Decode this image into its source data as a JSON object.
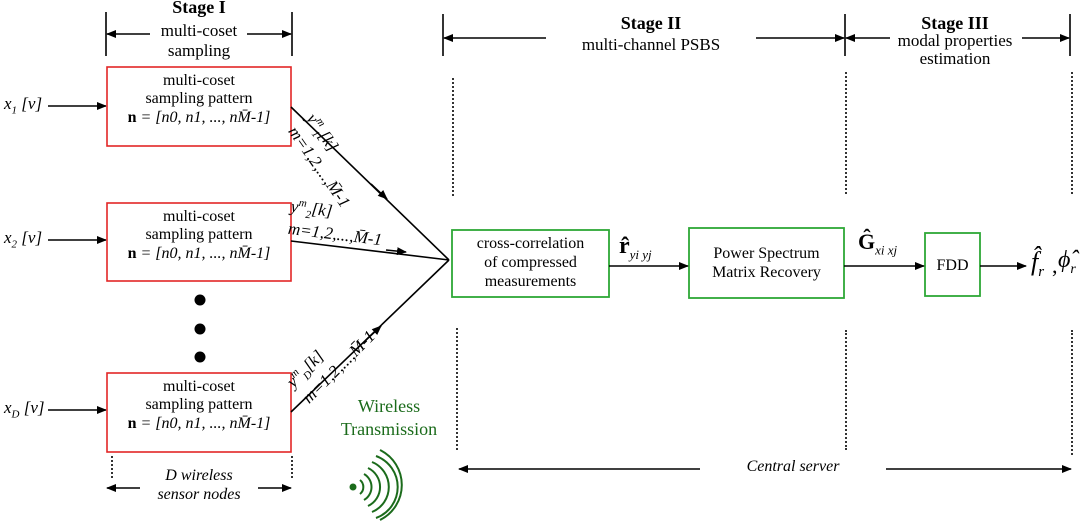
{
  "stages": {
    "stage1": {
      "title": "Stage I",
      "desc_line1": "multi-coset",
      "desc_line2": "sampling"
    },
    "stage2": {
      "title": "Stage II",
      "desc": "multi-channel PSBS"
    },
    "stage3": {
      "title": "Stage III",
      "desc_line1": "modal properties",
      "desc_line2": "estimation"
    }
  },
  "inputs": [
    {
      "name": "x",
      "sub": "1",
      "arg": "[v]"
    },
    {
      "name": "x",
      "sub": "2",
      "arg": "[v]"
    },
    {
      "name": "x",
      "sub": "D",
      "arg": "[v]"
    }
  ],
  "sampler": {
    "line1": "multi-coset",
    "line2": "sampling pattern",
    "formula_bold": "n",
    "formula_rest": " = [n0, n1, ..., nM̄-1]"
  },
  "outputs": [
    {
      "y": "y",
      "sup": "m",
      "sub": "1",
      "arg": "[k]",
      "range": "m=1,2,...,M̄-1"
    },
    {
      "y": "y",
      "sup": "m",
      "sub": "2",
      "arg": "[k]",
      "range": "m=1,2,...,M̄-1"
    },
    {
      "y": "y",
      "sup": "m",
      "sub": "D",
      "arg": "[k]",
      "range": "m=1,2,...,M̄-1"
    }
  ],
  "vertical_dots": "•",
  "wireless": {
    "line1": "Wireless",
    "line2": "Transmission"
  },
  "sensor_nodes": {
    "line1": "D wireless",
    "line2": "sensor nodes"
  },
  "central_server": "Central server",
  "blocks": {
    "crosscorr": {
      "line1": "cross-correlation",
      "line2": "of  compressed",
      "line3": "measurements"
    },
    "psmr": {
      "line1": "Power Spectrum",
      "line2": "Matrix Recovery"
    },
    "fdd": "FDD"
  },
  "signals": {
    "r_hat": {
      "sym": "r̂",
      "sub": "yi yj"
    },
    "g_hat": {
      "sym": "Ĝ",
      "sub": "xi xj"
    },
    "f_hat": {
      "sym": "f̂",
      "sub": "r"
    },
    "phi_hat": {
      "sym": "ϕ̂",
      "sub": "r"
    },
    "sep": ","
  },
  "colors": {
    "red_box": "#e32626",
    "green_box": "#2ea836",
    "wireless_text": "#1b6b1b",
    "line": "#000000"
  }
}
